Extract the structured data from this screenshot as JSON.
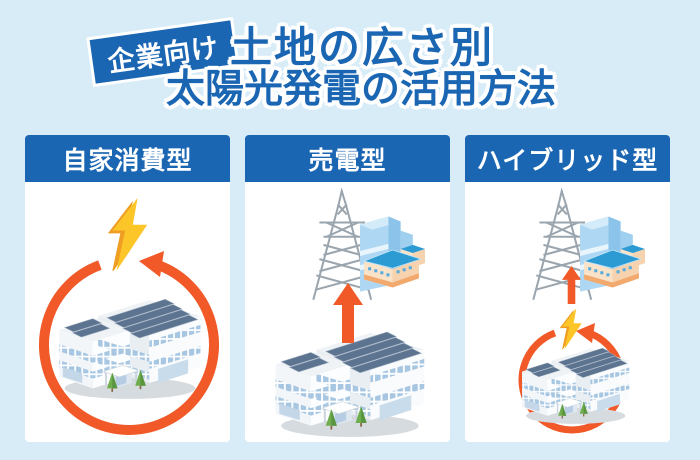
{
  "title": {
    "badge": "企業向け",
    "line1": "土地の広さ別",
    "line2": "太陽光発電の活用方法"
  },
  "panels": [
    {
      "label": "自家消費型"
    },
    {
      "label": "売電型"
    },
    {
      "label": "ハイブリッド型"
    }
  ],
  "colors": {
    "background": "#d8ecf8",
    "primary_blue": "#1a66b3",
    "accent_orange": "#f15a28",
    "bolt_yellow": "#fcc629",
    "bolt_shadow_orange": "#ef9e23",
    "card_white": "#ffffff",
    "solar_panel_navy": "#5d7490",
    "window_blue": "#a6c6e2",
    "grid_building_blue": "#aed7f3",
    "factory_roof_blue": "#2c9bd4",
    "factory_wall_cream": "#f9e2c8",
    "tree_green": "#6fae4e",
    "tower_gray": "#9ba5ae"
  }
}
